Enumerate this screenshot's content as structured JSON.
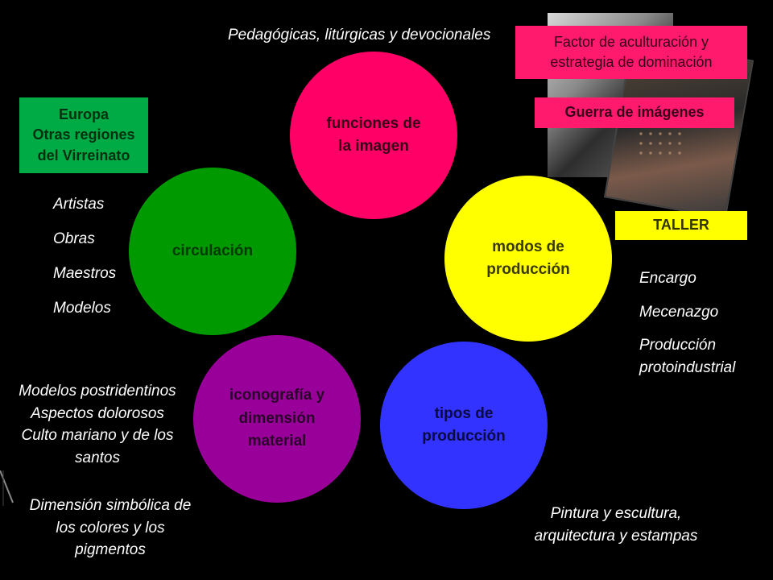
{
  "circles": {
    "funciones": "funciones de\nla imagen",
    "modos": "modos de\nproducción",
    "circulacion": "circulación",
    "iconografia": "iconografía y\ndimensión\nmaterial",
    "tipos": "tipos de\nproducción"
  },
  "labels": {
    "pedagogicas": "Pedagógicas, litúrgicas y devocionales",
    "modelos_postridentinos": "Modelos postridentinos\nAspectos dolorosos\nCulto mariano y de los\nsantos",
    "dimension_simbolica": "Dimensión simbólica de\nlos colores y los\npigmentos",
    "pintura": "Pintura y escultura,\narquitectura y estampas"
  },
  "boxes": {
    "europa": "Europa\nOtras regiones\ndel Virreinato",
    "factor": "Factor de aculturación y\nestrategia de dominación",
    "guerra": "Guerra de imágenes",
    "taller": "TALLER"
  },
  "circulation_items": [
    "Artistas",
    "Obras",
    "Maestros",
    "Modelos"
  ],
  "taller_items": [
    "Encargo",
    "Mecenazgo",
    "Producción\nprotoindustrial"
  ],
  "colors": {
    "background": "#000000",
    "funciones": "#ff0066",
    "modos": "#ffff00",
    "circulacion": "#009900",
    "iconografia": "#990099",
    "tipos": "#3333ff"
  }
}
